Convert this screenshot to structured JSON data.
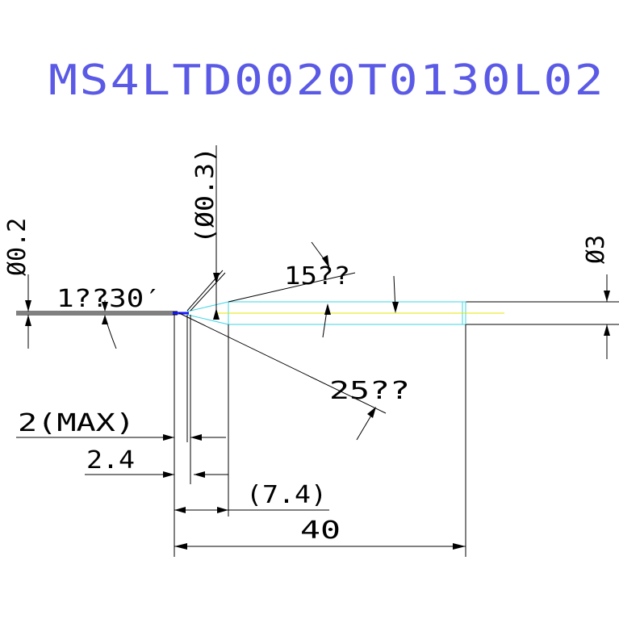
{
  "title": {
    "text": "MS4LTD0020T0130L02",
    "color": "#5a5ae6"
  },
  "colors": {
    "dimension": "#000000",
    "tool_outline": "#3fd6e6",
    "tool_centerline": "#e6e600",
    "tip": "#1a1aff"
  },
  "dimensions": {
    "tip_diameter": "Ø0.2",
    "neck_diameter": "(Ø0.3)",
    "shank_diameter": "Ø3",
    "tip_angle": "1??30′",
    "taper_angle_top": "15??",
    "taper_angle_bottom": "25??",
    "max_length": "2(MAX)",
    "neck_length": "2.4",
    "flute_length": "(7.4)",
    "overall_length": "40"
  }
}
